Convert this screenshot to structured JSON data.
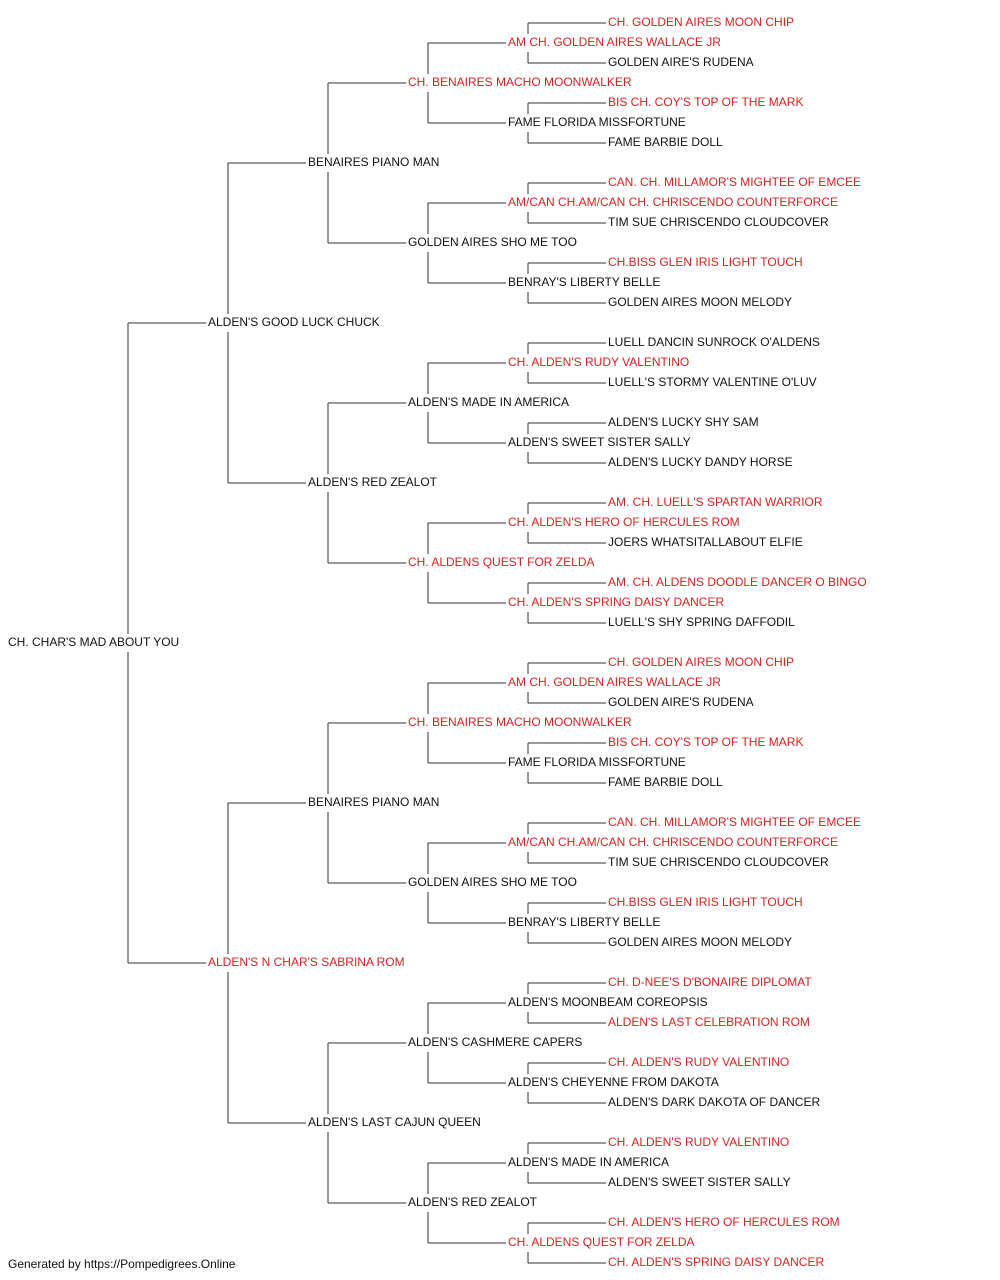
{
  "colors": {
    "champion": "#e11d1d",
    "regular": "#111111",
    "line": "#333333"
  },
  "pedigree": {
    "name": "CH. CHAR'S MAD ABOUT YOU",
    "champion": false,
    "sire": {
      "name": "ALDEN'S GOOD LUCK CHUCK",
      "champion": false,
      "sire": {
        "name": "BENAIRES PIANO MAN",
        "champion": false,
        "sire": {
          "name": "CH. BENAIRES MACHO MOONWALKER",
          "champion": true,
          "sire": {
            "name": "AM CH. GOLDEN AIRES WALLACE JR",
            "champion": true,
            "sire": {
              "name": "CH. GOLDEN AIRES MOON CHIP",
              "champion": true
            },
            "dam": {
              "name": "GOLDEN AIRE'S RUDENA",
              "champion": false
            }
          },
          "dam": {
            "name": "FAME FLORIDA MISSFORTUNE",
            "champion": false,
            "sire": {
              "name": "BIS CH. COY'S TOP OF THE MARK",
              "champion": true
            },
            "dam": {
              "name": "FAME BARBIE DOLL",
              "champion": false
            }
          }
        },
        "dam": {
          "name": "GOLDEN AIRES SHO ME TOO",
          "champion": false,
          "sire": {
            "name": "AM/CAN CH.AM/CAN CH. CHRISCENDO COUNTERFORCE",
            "champion": true,
            "sire": {
              "name": "CAN. CH. MILLAMOR'S MIGHTEE OF EMCEE",
              "champion": true
            },
            "dam": {
              "name": "TIM SUE CHRISCENDO CLOUDCOVER",
              "champion": false
            }
          },
          "dam": {
            "name": "BENRAY'S LIBERTY BELLE",
            "champion": false,
            "sire": {
              "name": "CH.BISS GLEN IRIS LIGHT TOUCH",
              "champion": true
            },
            "dam": {
              "name": "GOLDEN AIRES MOON MELODY",
              "champion": false
            }
          }
        }
      },
      "dam": {
        "name": "ALDEN'S RED ZEALOT",
        "champion": false,
        "sire": {
          "name": "ALDEN'S MADE IN AMERICA",
          "champion": false,
          "sire": {
            "name": "CH. ALDEN'S RUDY VALENTINO",
            "champion": true,
            "sire": {
              "name": "LUELL DANCIN SUNROCK O'ALDENS",
              "champion": false
            },
            "dam": {
              "name": "LUELL'S STORMY VALENTINE O'LUV",
              "champion": false
            }
          },
          "dam": {
            "name": "ALDEN'S SWEET SISTER SALLY",
            "champion": false,
            "sire": {
              "name": "ALDEN'S LUCKY SHY SAM",
              "champion": false
            },
            "dam": {
              "name": "ALDEN'S LUCKY DANDY HORSE",
              "champion": false
            }
          }
        },
        "dam": {
          "name": "CH. ALDENS QUEST FOR ZELDA",
          "champion": true,
          "sire": {
            "name": "CH. ALDEN'S HERO OF HERCULES ROM",
            "champion": true,
            "sire": {
              "name": "AM. CH. LUELL'S SPARTAN WARRIOR",
              "champion": true
            },
            "dam": {
              "name": "JOERS WHATSITALLABOUT ELFIE",
              "champion": false
            }
          },
          "dam": {
            "name": "CH. ALDEN'S SPRING DAISY DANCER",
            "champion": true,
            "sire": {
              "name": "AM. CH. ALDENS DOODLE DANCER O BINGO",
              "champion": true
            },
            "dam": {
              "name": "LUELL'S SHY SPRING DAFFODIL",
              "champion": false
            }
          }
        }
      }
    },
    "dam": {
      "name": "ALDEN'S N CHAR'S SABRINA ROM",
      "champion": true,
      "sire": {
        "name": "BENAIRES PIANO MAN",
        "champion": false,
        "sire": {
          "name": "CH. BENAIRES MACHO MOONWALKER",
          "champion": true,
          "sire": {
            "name": "AM CH. GOLDEN AIRES WALLACE JR",
            "champion": true,
            "sire": {
              "name": "CH. GOLDEN AIRES MOON CHIP",
              "champion": true
            },
            "dam": {
              "name": "GOLDEN AIRE'S RUDENA",
              "champion": false
            }
          },
          "dam": {
            "name": "FAME FLORIDA MISSFORTUNE",
            "champion": false,
            "sire": {
              "name": "BIS CH. COY'S TOP OF THE MARK",
              "champion": true
            },
            "dam": {
              "name": "FAME BARBIE DOLL",
              "champion": false
            }
          }
        },
        "dam": {
          "name": "GOLDEN AIRES SHO ME TOO",
          "champion": false,
          "sire": {
            "name": "AM/CAN CH.AM/CAN CH. CHRISCENDO COUNTERFORCE",
            "champion": true,
            "sire": {
              "name": "CAN. CH. MILLAMOR'S MIGHTEE OF EMCEE",
              "champion": true
            },
            "dam": {
              "name": "TIM SUE CHRISCENDO CLOUDCOVER",
              "champion": false
            }
          },
          "dam": {
            "name": "BENRAY'S LIBERTY BELLE",
            "champion": false,
            "sire": {
              "name": "CH.BISS GLEN IRIS LIGHT TOUCH",
              "champion": true
            },
            "dam": {
              "name": "GOLDEN AIRES MOON MELODY",
              "champion": false
            }
          }
        }
      },
      "dam": {
        "name": "ALDEN'S LAST CAJUN QUEEN",
        "champion": false,
        "sire": {
          "name": "ALDEN'S CASHMERE CAPERS",
          "champion": false,
          "sire": {
            "name": "ALDEN'S MOONBEAM COREOPSIS",
            "champion": false,
            "sire": {
              "name": "CH. D-NEE'S D'BONAIRE DIPLOMAT",
              "champion": true
            },
            "dam": {
              "name": "ALDEN'S LAST CELEBRATION ROM",
              "champion": true
            }
          },
          "dam": {
            "name": "ALDEN'S CHEYENNE FROM DAKOTA",
            "champion": false,
            "sire": {
              "name": "CH. ALDEN'S RUDY VALENTINO",
              "champion": true
            },
            "dam": {
              "name": "ALDEN'S DARK DAKOTA OF DANCER",
              "champion": false
            }
          }
        },
        "dam": {
          "name": "ALDEN'S RED ZEALOT",
          "champion": false,
          "sire": {
            "name": "ALDEN'S MADE IN AMERICA",
            "champion": false,
            "sire": {
              "name": "CH. ALDEN'S RUDY VALENTINO",
              "champion": true
            },
            "dam": {
              "name": "ALDEN'S SWEET SISTER SALLY",
              "champion": false
            }
          },
          "dam": {
            "name": "CH. ALDENS QUEST FOR ZELDA",
            "champion": true,
            "sire": {
              "name": "CH. ALDEN'S HERO OF HERCULES ROM",
              "champion": true
            },
            "dam": {
              "name": "CH. ALDEN'S SPRING DAISY DANCER",
              "champion": true
            }
          }
        }
      }
    }
  },
  "footer": {
    "text": "Generated by https://Pompedigrees.Online"
  }
}
